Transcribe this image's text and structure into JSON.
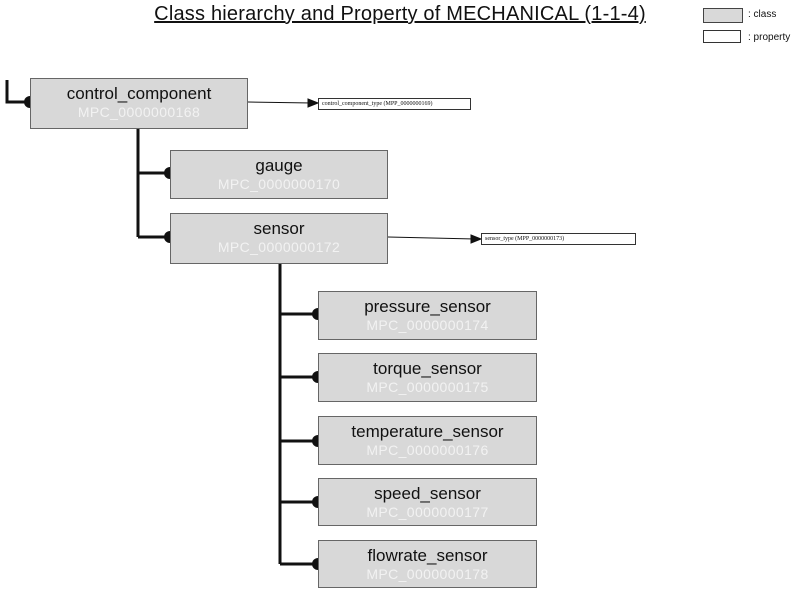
{
  "title": "Class hierarchy and Property of MECHANICAL (1-1-4)",
  "legend": {
    "class_label": ": class",
    "property_label": ": property"
  },
  "nodes": {
    "control_component": {
      "name": "control_component",
      "id": "MPC_0000000168"
    },
    "gauge": {
      "name": "gauge",
      "id": "MPC_0000000170"
    },
    "sensor": {
      "name": "sensor",
      "id": "MPC_0000000172"
    },
    "pressure_sensor": {
      "name": "pressure_sensor",
      "id": "MPC_0000000174"
    },
    "torque_sensor": {
      "name": "torque_sensor",
      "id": "MPC_0000000175"
    },
    "temperature_sensor": {
      "name": "temperature_sensor",
      "id": "MPC_0000000176"
    },
    "speed_sensor": {
      "name": "speed_sensor",
      "id": "MPC_0000000177"
    },
    "flowrate_sensor": {
      "name": "flowrate_sensor",
      "id": "MPC_0000000178"
    }
  },
  "properties": {
    "control_component_type": "control_component_type (MPP_0000000169)",
    "sensor_type": "sensor_type (MPP_0000000173)"
  }
}
